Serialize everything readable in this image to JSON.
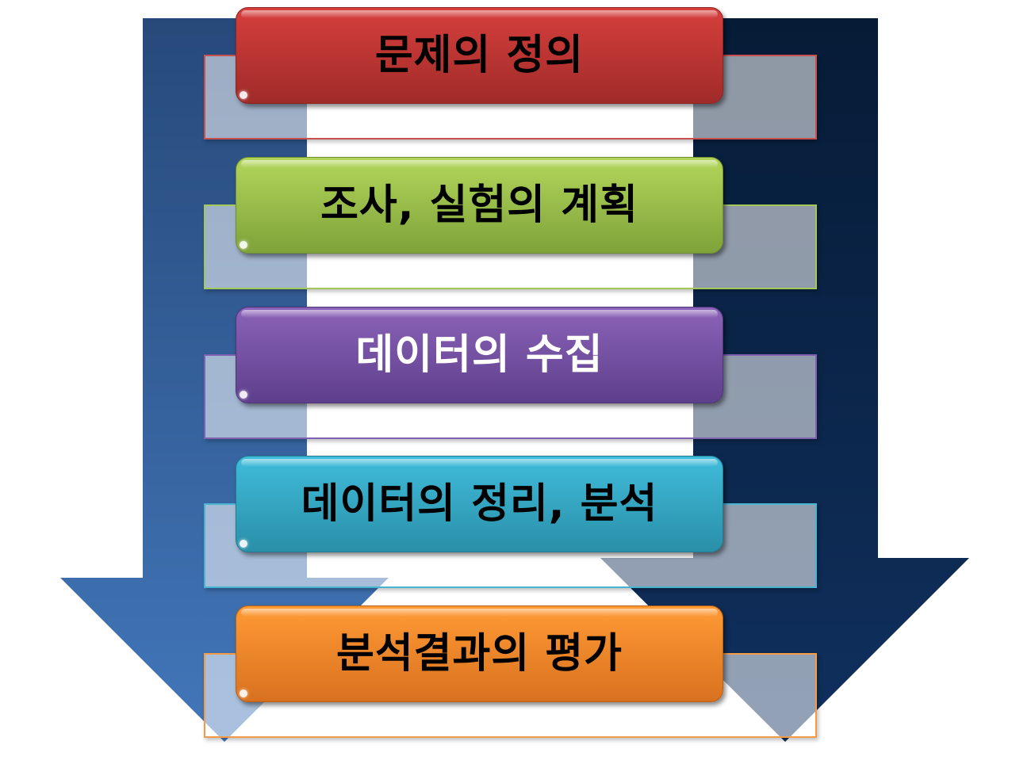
{
  "diagram": {
    "type": "process-flow",
    "direction": "top-to-bottom",
    "arrows": [
      {
        "name": "left-arrow",
        "color_top": "#27497A",
        "color_bottom": "#4277BA"
      },
      {
        "name": "right-arrow",
        "color_top": "#061B36",
        "color_bottom": "#10305E"
      }
    ],
    "steps": [
      {
        "order": 1,
        "label": "문제의 정의",
        "fill_top": "#D63F3C",
        "fill_bottom": "#A02B29",
        "border": "#C9504C",
        "text_color": "#000000"
      },
      {
        "order": 2,
        "label": "조사, 실험의 계획",
        "fill_top": "#B2D65A",
        "fill_bottom": "#7FA23A",
        "border": "#A3C85A",
        "text_color": "#000000"
      },
      {
        "order": 3,
        "label": "데이터의 수집",
        "fill_top": "#8B63B8",
        "fill_bottom": "#5E3F8C",
        "border": "#8060B0",
        "text_color": "#FFFFFF"
      },
      {
        "order": 4,
        "label": "데이터의 정리, 분석",
        "fill_top": "#3FBCDB",
        "fill_bottom": "#2A8FA8",
        "border": "#47B4D0",
        "text_color": "#000000"
      },
      {
        "order": 5,
        "label": "분석결과의 평가",
        "fill_top": "#FF9A35",
        "fill_bottom": "#D8711F",
        "border": "#F59A45",
        "text_color": "#000000"
      }
    ]
  }
}
